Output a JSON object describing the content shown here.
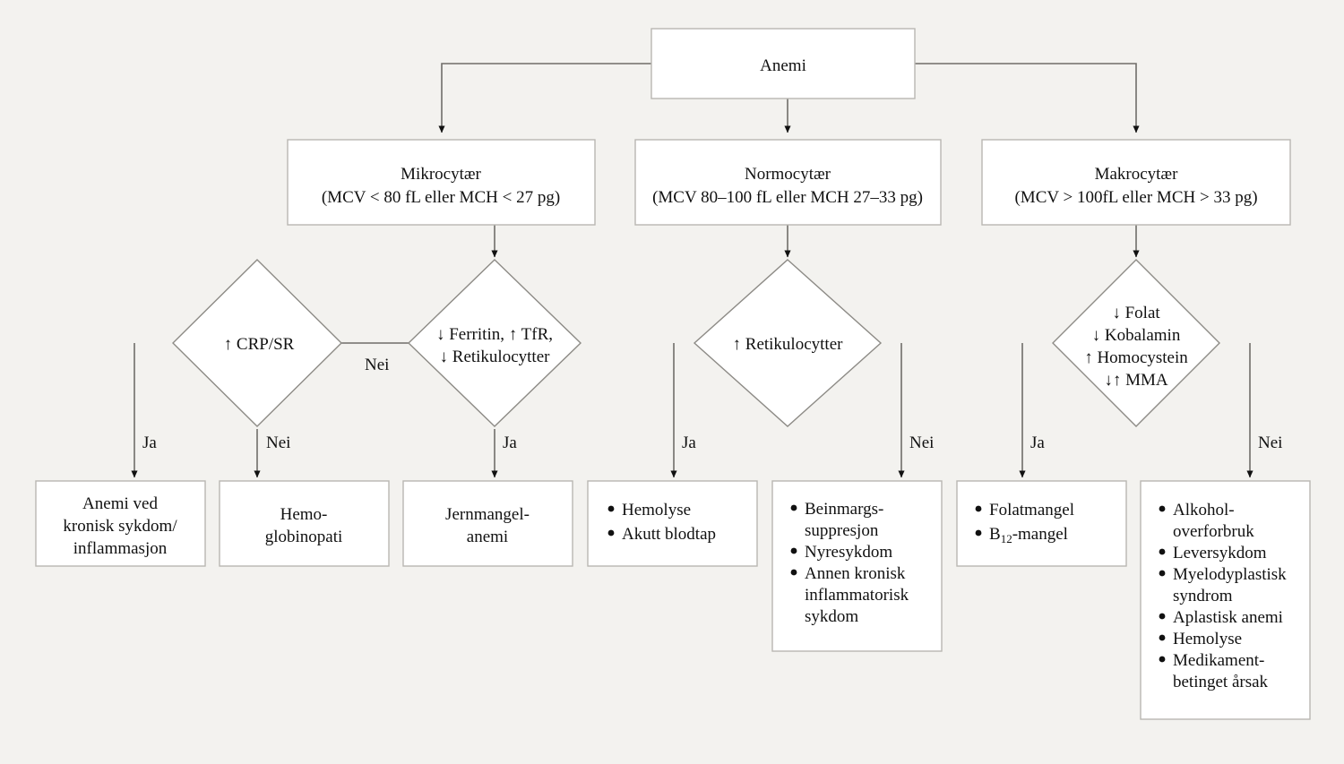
{
  "diagram": {
    "title": "Anemi diagnostisk flytskjema",
    "language": "no",
    "background_color": "#f3f2ef",
    "box_fill": "#ffffff",
    "box_stroke": "#b9b7b2",
    "diamond_stroke": "#8d8b86",
    "edge_color": "#6f6d69",
    "text_color": "#111111"
  },
  "nodes": {
    "root": {
      "type": "box",
      "lines": [
        "Anemi"
      ]
    },
    "mikrocytaer": {
      "type": "box",
      "lines": [
        "Mikrocytær",
        "(MCV < 80 fL eller MCH < 27 pg)"
      ]
    },
    "normocytaer": {
      "type": "box",
      "lines": [
        "Normocytær",
        "(MCV  80–100 fL eller MCH 27–33 pg)"
      ]
    },
    "makrocytaer": {
      "type": "box",
      "lines": [
        "Makrocytær",
        "(MCV > 100fL eller MCH > 33 pg)"
      ]
    },
    "crp_sr": {
      "type": "diamond",
      "lines": [
        "↑ CRP/SR"
      ]
    },
    "ferritin": {
      "type": "diamond",
      "lines": [
        "↓ Ferritin, ↑ TfR,",
        "↓ Retikulocytter"
      ]
    },
    "retikulocytter": {
      "type": "diamond",
      "lines": [
        "↑ Retikulocytter"
      ]
    },
    "folat_panel": {
      "type": "diamond",
      "lines": [
        "↓ Folat",
        "↓ Kobalamin",
        "↑ Homocystein",
        "↓↑ MMA"
      ]
    },
    "anemi_kronisk": {
      "type": "box",
      "lines": [
        "Anemi ved",
        "kronisk sykdom/",
        "inflammasjon"
      ]
    },
    "hemoglobinopati": {
      "type": "box",
      "lines": [
        "Hemo-",
        "globinopati"
      ]
    },
    "jernmangelanemi": {
      "type": "box",
      "lines": [
        "Jernmangel-",
        "anemi"
      ]
    },
    "hemolyse_blodtap": {
      "type": "box-list",
      "items": [
        "Hemolyse",
        "Akutt blodtap"
      ]
    },
    "beinmarg_nyre": {
      "type": "box-list",
      "items": [
        "Beinmargs-",
        "suppresjon",
        "Nyresykdom",
        "Annen kronisk",
        "inflammatorisk",
        "sykdom"
      ],
      "bullets": [
        "Beinmargs-suppresjon",
        "Nyresykdom",
        "Annen kronisk inflammatorisk sykdom"
      ]
    },
    "folat_b12": {
      "type": "box-list",
      "items": [
        "Folatmangel",
        "B12-mangel"
      ],
      "bullets": [
        "Folatmangel",
        "B₁₂-mangel"
      ]
    },
    "makro_aarsaker": {
      "type": "box-list",
      "items": [
        "Alkohol-",
        "overforbruk",
        "Leversykdom",
        "Myelodyplastisk",
        "syndrom",
        "Aplastisk anemi",
        "Hemolyse",
        "Medikament-",
        "betinget årsak"
      ],
      "bullets": [
        "Alkohol-overforbruk",
        "Leversykdom",
        "Myelodyplastisk syndrom",
        "Aplastisk anemi",
        "Hemolyse",
        "Medikament-betinget årsak"
      ]
    }
  },
  "text": {
    "root_label": "Anemi",
    "mikro_l1": "Mikrocytær",
    "mikro_l2": "(MCV < 80 fL eller MCH < 27 pg)",
    "normo_l1": "Normocytær",
    "normo_l2": "(MCV  80–100 fL eller MCH 27–33 pg)",
    "makro_l1": "Makrocytær",
    "makro_l2": "(MCV > 100fL eller MCH > 33 pg)",
    "crp_l1": "↑ CRP/SR",
    "ferritin_l1": "↓ Ferritin, ↑ TfR,",
    "ferritin_l2": "↓ Retikulocytter",
    "retik_l1": "↑ Retikulocytter",
    "folat_l1": "↓ Folat",
    "folat_l2": "↓ Kobalamin",
    "folat_l3": "↑ Homocystein",
    "folat_l4": "↓↑ MMA",
    "akronisk_l1": "Anemi ved",
    "akronisk_l2": "kronisk sykdom/",
    "akronisk_l3": "inflammasjon",
    "hemoglob_l1": "Hemo-",
    "hemoglob_l2": "globinopati",
    "jern_l1": "Jernmangel-",
    "jern_l2": "anemi",
    "hem_b1": "Hemolyse",
    "hem_b2": "Akutt blodtap",
    "bm_b1a": "Beinmargs-",
    "bm_b1b": "suppresjon",
    "bm_b2": "Nyresykdom",
    "bm_b3a": "Annen kronisk",
    "bm_b3b": "inflammatorisk",
    "bm_b3c": "sykdom",
    "fb_b1": "Folatmangel",
    "fb_b2_main": "B",
    "fb_b2_sub": "12",
    "fb_b2_tail": "-mangel",
    "ma_b1a": "Alkohol-",
    "ma_b1b": "overforbruk",
    "ma_b2": "Leversykdom",
    "ma_b3a": "Myelodyplastisk",
    "ma_b3b": "syndrom",
    "ma_b4": "Aplastisk anemi",
    "ma_b5": "Hemolyse",
    "ma_b6a": "Medikament-",
    "ma_b6b": "betinget årsak"
  },
  "edge_labels": {
    "crp_ja": "Ja",
    "crp_nei": "Nei",
    "ferritin_nei": "Nei",
    "ferritin_ja": "Ja",
    "retik_ja": "Ja",
    "retik_nei": "Nei",
    "folat_ja": "Ja",
    "folat_nei": "Nei"
  }
}
